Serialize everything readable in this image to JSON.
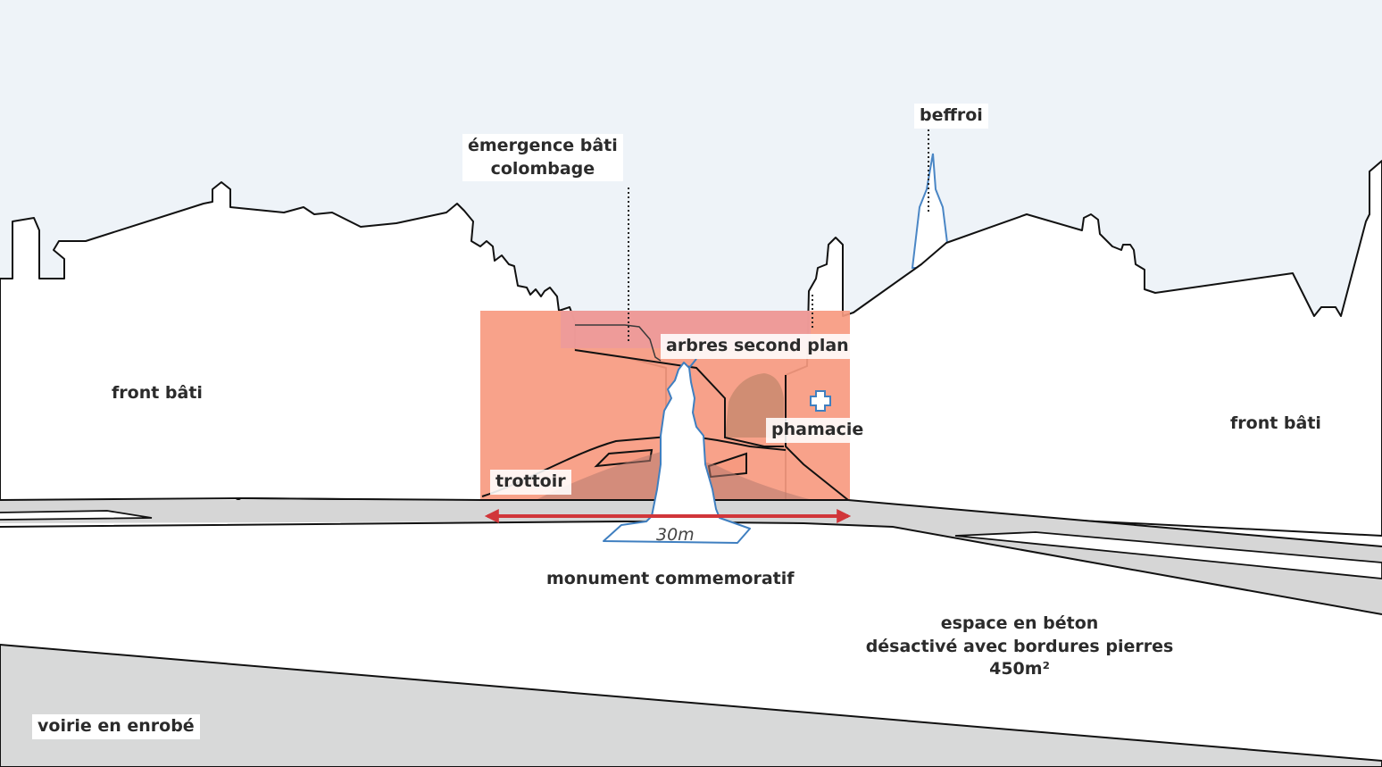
{
  "colors": {
    "sky": "#eef3f8",
    "building_fill": "#ffffff",
    "outline": "#111111",
    "highlight_zone": "#f79a80",
    "highlight_zone_top": "#ec9a9a",
    "trees": "#c98a6e",
    "monument_outline": "#3f7fc0",
    "belfry_outline": "#4a86c5",
    "sidewalk": "#d6d6d6",
    "road": "#d8d9d9",
    "dimension_arrow": "#d1363a"
  },
  "icons": {
    "pharmacy": "plus-cross-icon"
  },
  "labels": {
    "emergence_line1": "émergence bâti",
    "emergence_line2": "colombage",
    "beffroi": "beffroi",
    "front_bati_left": "front bâti",
    "front_bati_right": "front bâti",
    "arbres": "arbres second plan",
    "pharmacie": "phamacie",
    "trottoir": "trottoir",
    "dimension": "30m",
    "monument": "monument commemoratif",
    "espace_line1": "espace en béton",
    "espace_line2": "désactivé avec bordures pierres",
    "espace_line3": "450m²",
    "voirie": "voirie en enrobé"
  }
}
